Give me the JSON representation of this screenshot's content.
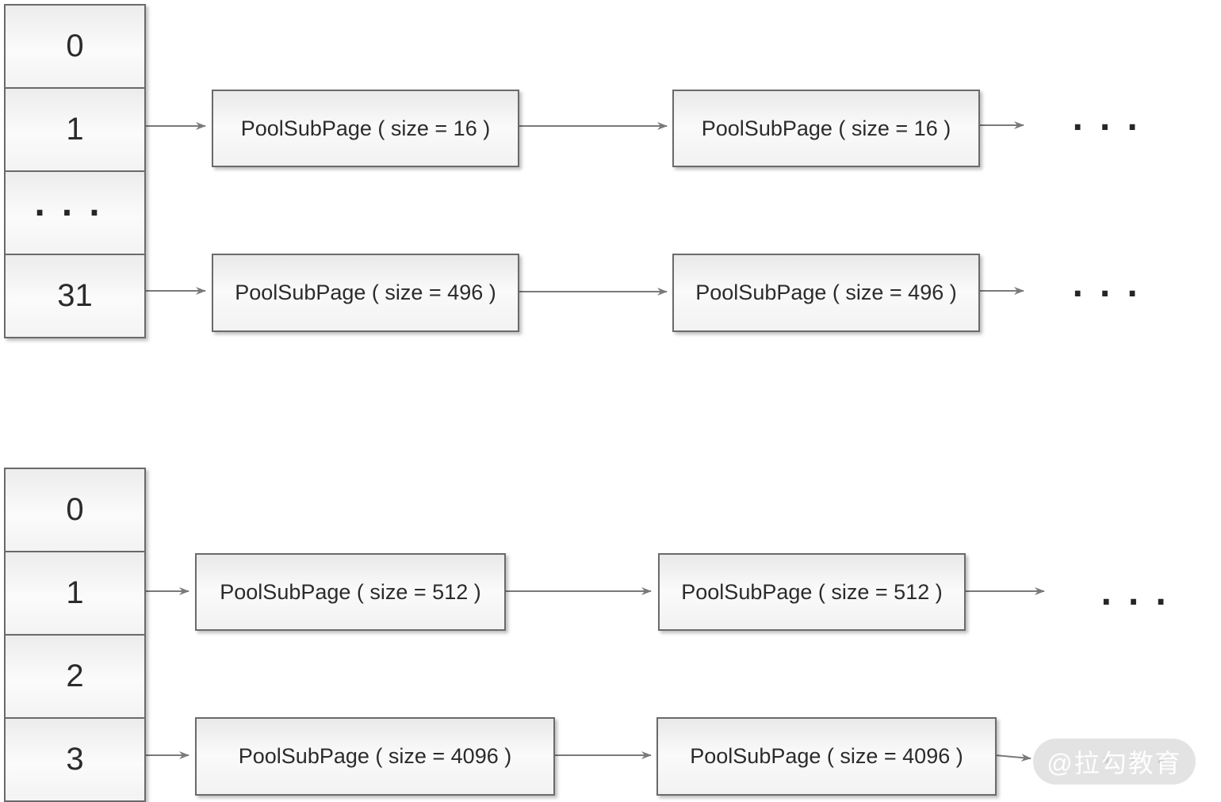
{
  "diagram": {
    "top_array": {
      "cells": [
        "0",
        "1",
        "...",
        "31"
      ]
    },
    "bottom_array": {
      "cells": [
        "0",
        "1",
        "2",
        "3"
      ]
    },
    "chains": {
      "tiny_1": {
        "nodes": [
          "PoolSubPage ( size = 16 )",
          "PoolSubPage ( size = 16 )"
        ],
        "more": "..."
      },
      "tiny_31": {
        "nodes": [
          "PoolSubPage ( size = 496 )",
          "PoolSubPage ( size = 496 )"
        ],
        "more": "..."
      },
      "small_1": {
        "nodes": [
          "PoolSubPage ( size = 512 )",
          "PoolSubPage ( size = 512 )"
        ],
        "more": "..."
      },
      "small_3": {
        "nodes": [
          "PoolSubPage ( size = 4096 )",
          "PoolSubPage ( size = 4096 )"
        ],
        "more": "..."
      }
    },
    "watermark": "@拉勾教育",
    "colors": {
      "border": "#6a6a6a",
      "arrow": "#7a7a7a",
      "text": "#2b2b2b",
      "box_fill_top": "#e9e9e9",
      "box_fill_bottom": "#f2f2f2",
      "watermark_bg": "#e0e0e0",
      "watermark_text": "#ffffff"
    }
  }
}
